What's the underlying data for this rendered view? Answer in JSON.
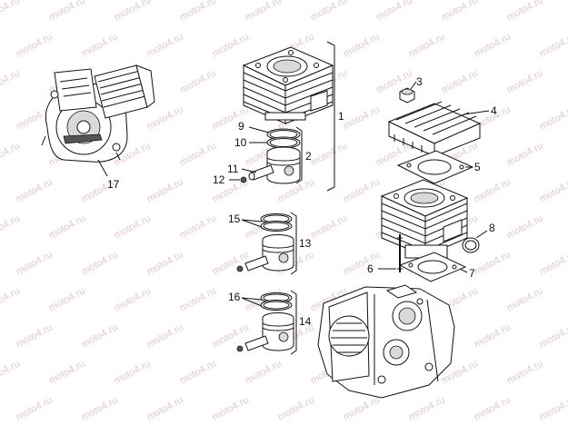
{
  "watermark": {
    "text": "moto4.ru"
  },
  "callouts": {
    "c1": "1",
    "c2": "2",
    "c3": "3",
    "c4": "4",
    "c5": "5",
    "c6": "6",
    "c7": "7",
    "c8": "8",
    "c9": "9",
    "c10": "10",
    "c11": "11",
    "c12": "12",
    "c13": "13",
    "c14": "14",
    "c15": "15",
    "c16": "16",
    "c17": "17"
  }
}
